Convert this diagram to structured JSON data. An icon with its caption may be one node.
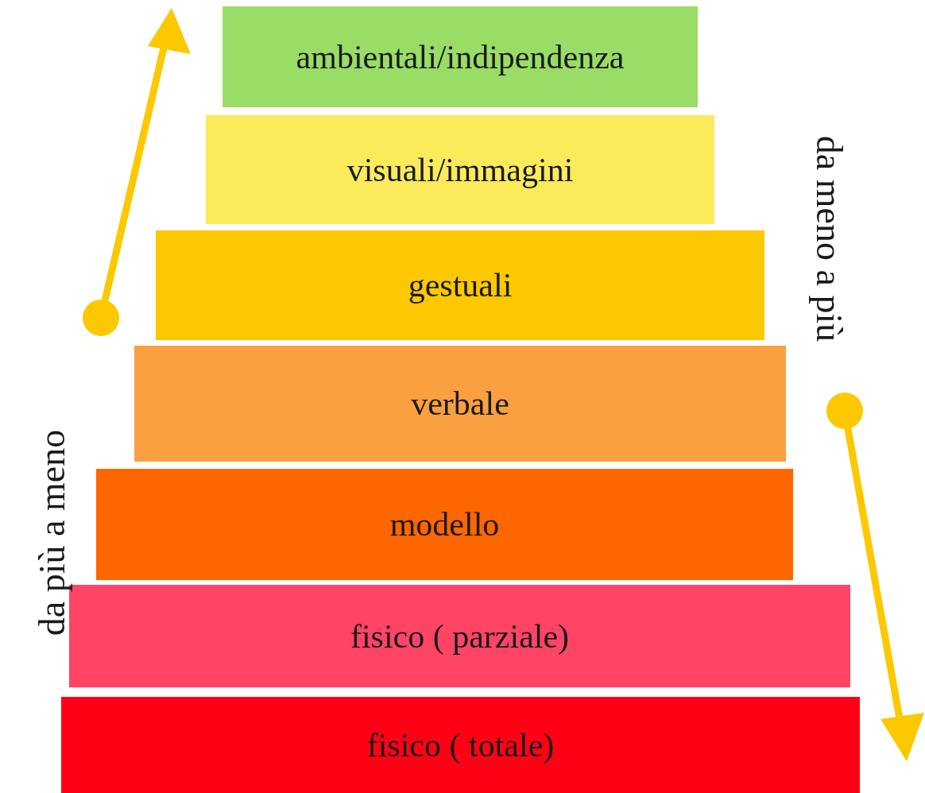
{
  "diagram": {
    "nodes": [
      {
        "text": [
          "ambientali/indipendenza"
        ]
      },
      {
        "text": [
          "visuali/immagini"
        ]
      },
      {
        "text": [
          "gestuali"
        ]
      },
      {
        "text": [
          "verbale"
        ]
      },
      {
        "text": [
          "modello"
        ]
      },
      {
        "text": [
          "fisico ( parziale)"
        ]
      },
      {
        "text": [
          "fisico ( totale)"
        ]
      }
    ],
    "labels": [
      "da più a meno",
      "da meno a più"
    ]
  }
}
